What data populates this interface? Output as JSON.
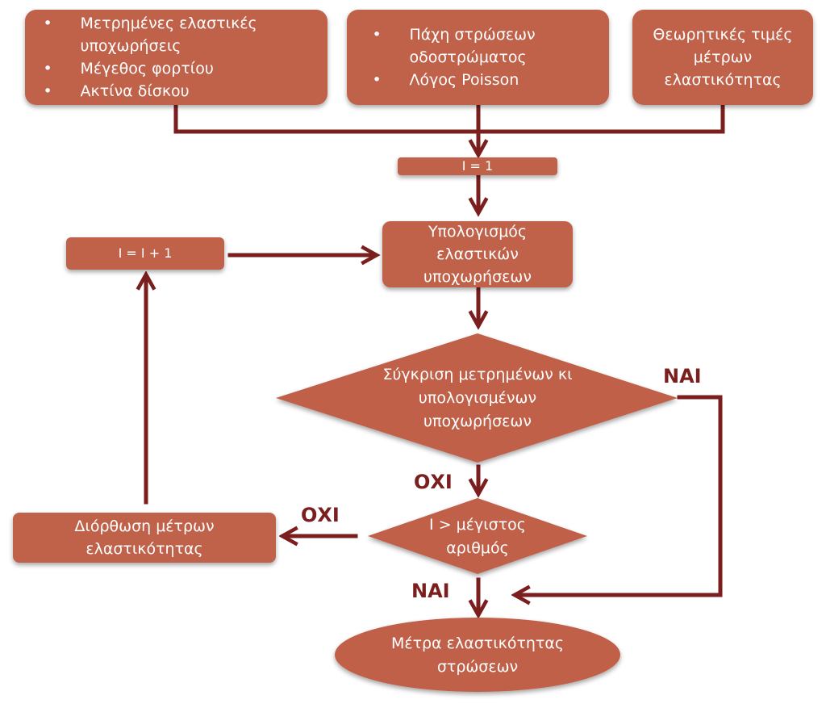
{
  "inputs": {
    "box1": [
      "Μετρημένες ελαστικές υποχωρήσεις",
      "Μέγεθος φορτίου",
      "Ακτίνα δίσκου"
    ],
    "box2": [
      "Πάχη στρώσεων οδοστρώματος",
      "Λόγος Poisson"
    ],
    "box3": "Θεωρητικές τιμές μέτρων ελαστικότητας"
  },
  "init": "I = 1",
  "increment": "I = I + 1",
  "compute": "Υπολογισμός ελαστικών υποχωρήσεων",
  "compare": "Σύγκριση μετρημένων κι υπολογισμένων υποχωρήσεων",
  "check": "I > μέγιστος αριθμός",
  "correct": "Διόρθωση μέτρων ελαστικότητας",
  "result": "Μέτρα ελαστικότητας στρώσεων",
  "branches": {
    "yes_compare": "ΝΑΙ",
    "no_compare": "ΟΧΙ",
    "no_check": "ΟΧΙ",
    "yes_check": "ΝΑΙ"
  },
  "colors": {
    "shape": "#c0614a",
    "arrow": "#7a1e1e",
    "text": "#ffffff"
  }
}
